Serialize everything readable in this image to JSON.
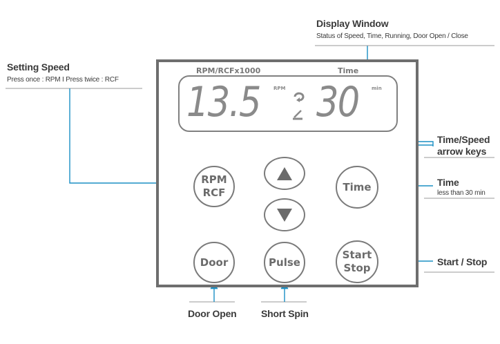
{
  "callouts": {
    "display_window": {
      "title": "Display Window",
      "sub": "Status of Speed, Time, Running, Door Open / Close"
    },
    "setting_speed": {
      "title": "Setting Speed",
      "sub": "Press once : RPM I Press twice : RCF"
    },
    "time_speed_keys": {
      "title_line1": "Time/Speed",
      "title_line2": "arrow keys"
    },
    "time": {
      "title": "Time",
      "sub": "less than 30 min"
    },
    "start_stop": {
      "title": "Start / Stop"
    },
    "door_open": {
      "title": "Door Open"
    },
    "short_spin": {
      "title": "Short Spin"
    }
  },
  "panel": {
    "header_left": "RPM/RCFx1000",
    "header_right": "Time",
    "speed_value": "13.5",
    "speed_unit": "RPM",
    "time_value": "30",
    "time_unit": "min",
    "buttons": {
      "rpm_rcf": "RPM\nRCF",
      "time": "Time",
      "door": "Door",
      "pulse": "Pulse",
      "start_stop": "Start\nStop"
    }
  },
  "colors": {
    "arrow": "#1a8fc4",
    "panel_border": "#6e6e6e",
    "text": "#3a3a3a"
  },
  "icons": [
    "up-arrow-icon",
    "down-arrow-icon",
    "rotation-icon",
    "door-open-indicator-icon"
  ]
}
